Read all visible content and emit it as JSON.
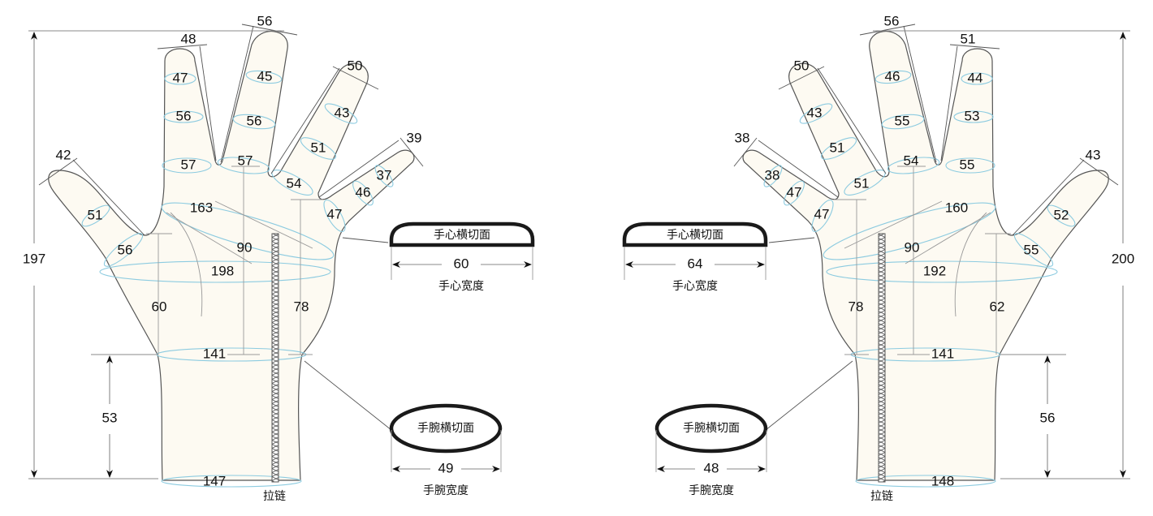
{
  "left_glove": {
    "total_length": "197",
    "cuff_length": "53",
    "fingers": {
      "thumb": {
        "tip_width": "42",
        "rings": [
          "51",
          "56"
        ]
      },
      "index": {
        "tip_width": "48",
        "rings": [
          "47",
          "56",
          "57"
        ]
      },
      "middle": {
        "tip_width": "56",
        "rings": [
          "45",
          "56",
          "57"
        ]
      },
      "ring": {
        "tip_width": "50",
        "rings": [
          "43",
          "51",
          "54"
        ]
      },
      "little": {
        "tip_width": "39",
        "rings": [
          "37",
          "46",
          "47"
        ]
      }
    },
    "palm_circumference_upper": "163",
    "palm_circumference_lower": "198",
    "wrist_circumference": "141",
    "cuff_circumference": "147",
    "middle_palm_length": "90",
    "thumb_side_length": "60",
    "little_side_length": "78",
    "zipper_label": "拉链",
    "palm_section": {
      "label": "手心横切面",
      "width": "60",
      "caption": "手心宽度"
    },
    "wrist_section": {
      "label": "手腕横切面",
      "width": "49",
      "caption": "手腕宽度"
    }
  },
  "right_glove": {
    "total_length": "200",
    "cuff_length": "56",
    "fingers": {
      "thumb": {
        "tip_width": "43",
        "rings": [
          "52",
          "55"
        ]
      },
      "index": {
        "tip_width": "51",
        "rings": [
          "44",
          "53",
          "55"
        ]
      },
      "middle": {
        "tip_width": "56",
        "rings": [
          "46",
          "55",
          "54"
        ]
      },
      "ring": {
        "tip_width": "50",
        "rings": [
          "43",
          "51",
          "51"
        ]
      },
      "little": {
        "tip_width": "38",
        "rings": [
          "38",
          "47",
          "47"
        ]
      }
    },
    "palm_circumference_upper": "160",
    "palm_circumference_lower": "192",
    "wrist_circumference": "141",
    "cuff_circumference": "148",
    "middle_palm_length": "90",
    "thumb_side_length": "62",
    "little_side_length": "78",
    "zipper_label": "拉链",
    "palm_section": {
      "label": "手心横切面",
      "width": "64",
      "caption": "手心宽度"
    },
    "wrist_section": {
      "label": "手腕横切面",
      "width": "48",
      "caption": "手腕宽度"
    }
  },
  "colors": {
    "glove_fill": "#fdfaf2",
    "ring_stroke": "#8ccbe0",
    "outline": "#555555",
    "section_stroke": "#1a1a1a"
  }
}
